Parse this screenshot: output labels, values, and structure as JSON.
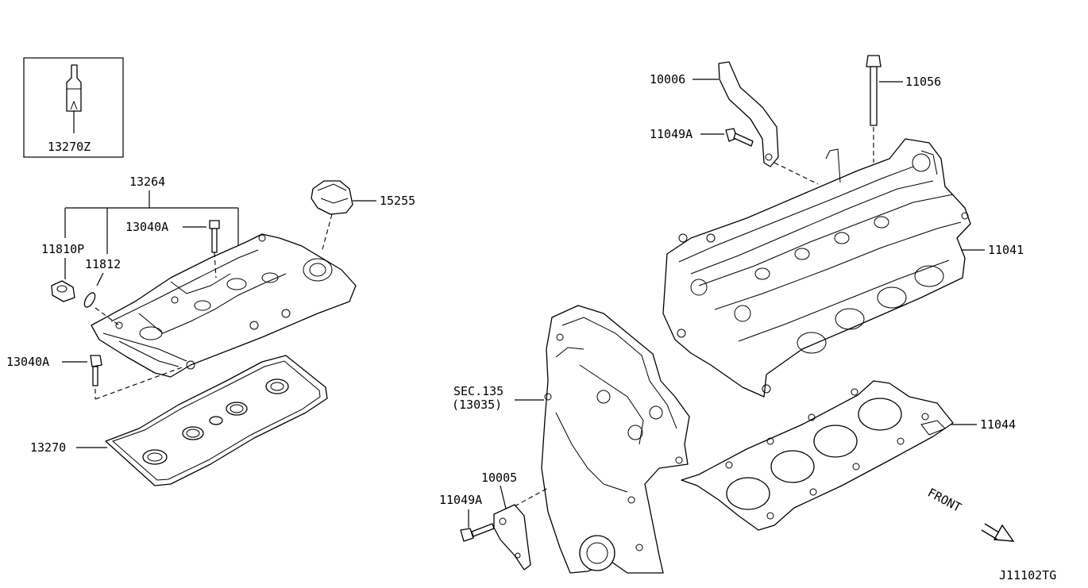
{
  "labels": {
    "p13270z": "13270Z",
    "p13264": "13264",
    "p15255": "15255",
    "p13040a_top": "13040A",
    "p11810p": "11810P",
    "p11812": "11812",
    "p13040a_left": "13040A",
    "p13270": "13270",
    "p10006": "10006",
    "p11056": "11056",
    "p11049a_top": "11049A",
    "p11041": "11041",
    "sec": "SEC.135",
    "sec_ref": "(13035)",
    "p11044": "11044",
    "p10005": "10005",
    "p11049a_bottom": "11049A",
    "front": "FRONT",
    "diagram_code": "J11102TG"
  }
}
